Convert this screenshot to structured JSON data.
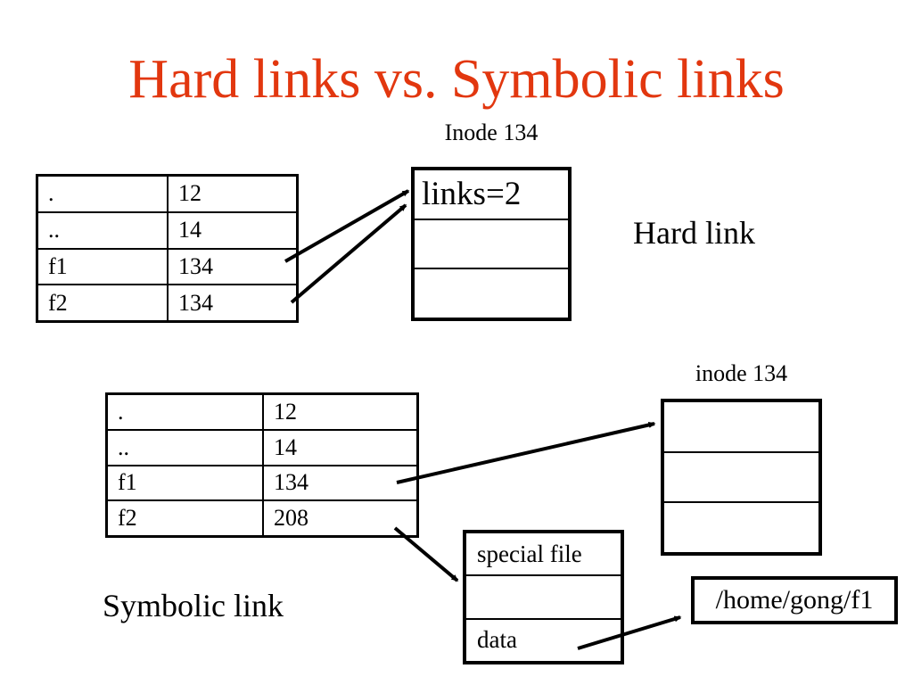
{
  "slide": {
    "title": "Hard links vs. Symbolic links",
    "labels": {
      "inode_top": "Inode 134",
      "hard_link": "Hard link",
      "inode_right": "inode 134",
      "symbolic_link": "Symbolic link"
    },
    "colors": {
      "title": "#e2370f",
      "lines": "#000000",
      "background": "#ffffff"
    },
    "hard_link_dir_table": {
      "rows": [
        {
          "name": ".",
          "inode": "12"
        },
        {
          "name": "..",
          "inode": "14"
        },
        {
          "name": "f1",
          "inode": "134"
        },
        {
          "name": "f2",
          "inode": "134"
        }
      ]
    },
    "hard_link_inode_box": {
      "rows": [
        "links=2",
        "",
        ""
      ]
    },
    "symlink_dir_table": {
      "rows": [
        {
          "name": ".",
          "inode": "12"
        },
        {
          "name": "..",
          "inode": "14"
        },
        {
          "name": "f1",
          "inode": "134"
        },
        {
          "name": "f2",
          "inode": "208"
        }
      ]
    },
    "symlink_inode_box": {
      "rows": [
        "",
        "",
        ""
      ]
    },
    "special_file_box": {
      "rows": [
        "special file",
        "",
        "data"
      ]
    },
    "path_box_text": "/home/gong/f1"
  }
}
